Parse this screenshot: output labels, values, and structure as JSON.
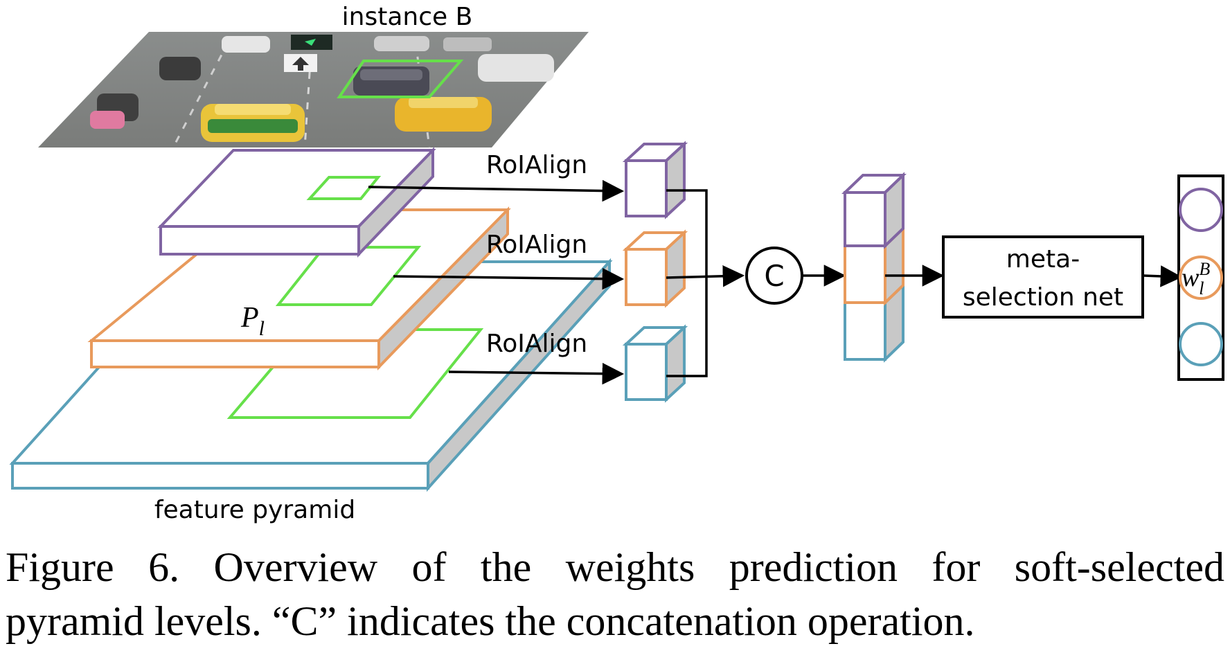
{
  "diagram": {
    "instance_label": "instance B",
    "level_label": "Pl",
    "pyramid_label": "feature pyramid",
    "roi_labels": [
      "RoIAlign",
      "RoIAlign",
      "RoIAlign"
    ],
    "concat_label": "C",
    "meta_net_label_line1": "meta-",
    "meta_net_label_line2": "selection net",
    "weight_label": "wlB",
    "colors": {
      "level_top": "#8064a2",
      "level_mid": "#e89a5c",
      "level_bottom": "#5aa0b8",
      "roi_box": "#66e04a",
      "side_fill": "#c8c8c8"
    },
    "icons": {
      "photo": "traffic-scene-photo"
    }
  },
  "caption": {
    "line1": "Figure 6. Overview of the weights prediction for soft-selected",
    "line2": "pyramid levels. “C” indicates the concatenation operation."
  }
}
